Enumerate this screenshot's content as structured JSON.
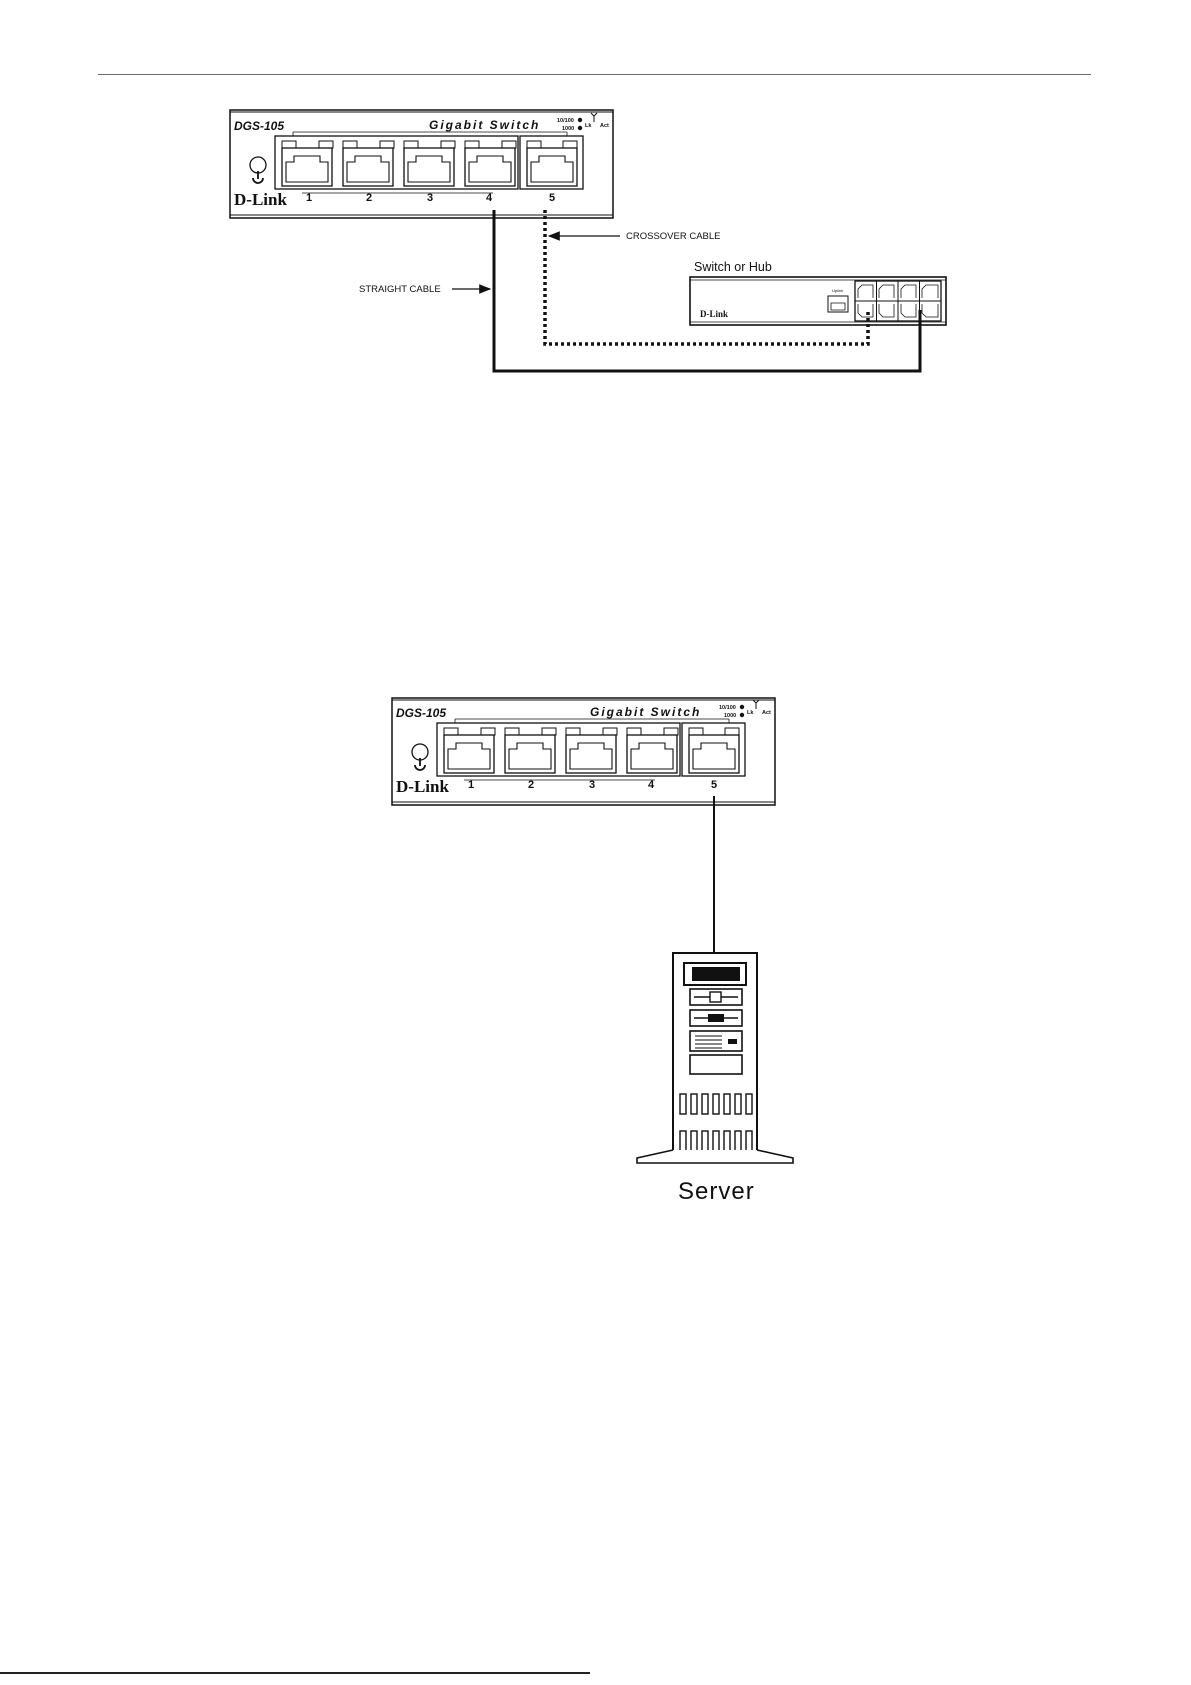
{
  "switch_front": {
    "model": "DGS-105",
    "title": "Gigabit Switch",
    "led_speed_1": "10/100",
    "led_speed_2": "1000",
    "led_link": "Lk",
    "led_act": "Act",
    "brand": "D-Link",
    "ports": [
      "1",
      "2",
      "3",
      "4",
      "5"
    ]
  },
  "figure1": {
    "crossover_label": "CROSSOVER CABLE",
    "straight_label": "STRAIGHT CABLE",
    "hub_label": "Switch or Hub",
    "hub_brand": "D-Link",
    "hub_uplink_label": "Uplink"
  },
  "figure2": {
    "server_label": "Server"
  }
}
